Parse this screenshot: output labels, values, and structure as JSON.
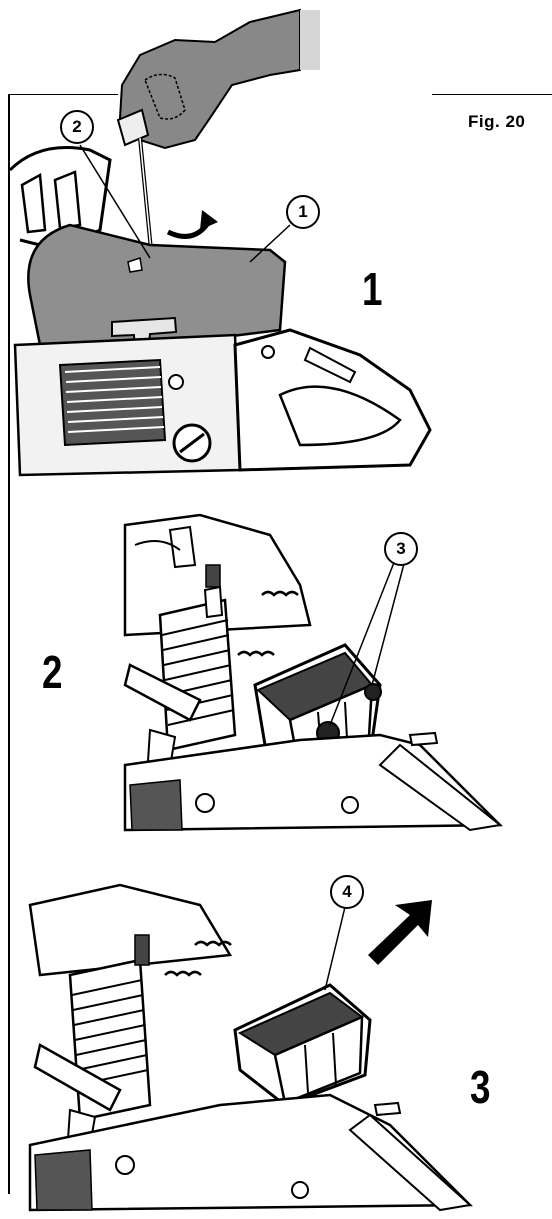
{
  "figure": {
    "label": "Fig. 20"
  },
  "steps": [
    {
      "number": "1",
      "callouts": [
        "2",
        "1"
      ]
    },
    {
      "number": "2",
      "callouts": [
        "3"
      ]
    },
    {
      "number": "3",
      "callouts": [
        "4"
      ]
    }
  ],
  "illustration_subjects": [
    "hand-with-screwdriver-icon",
    "chainsaw-cover-icon",
    "air-filter-icon",
    "removal-arrow-icon"
  ]
}
